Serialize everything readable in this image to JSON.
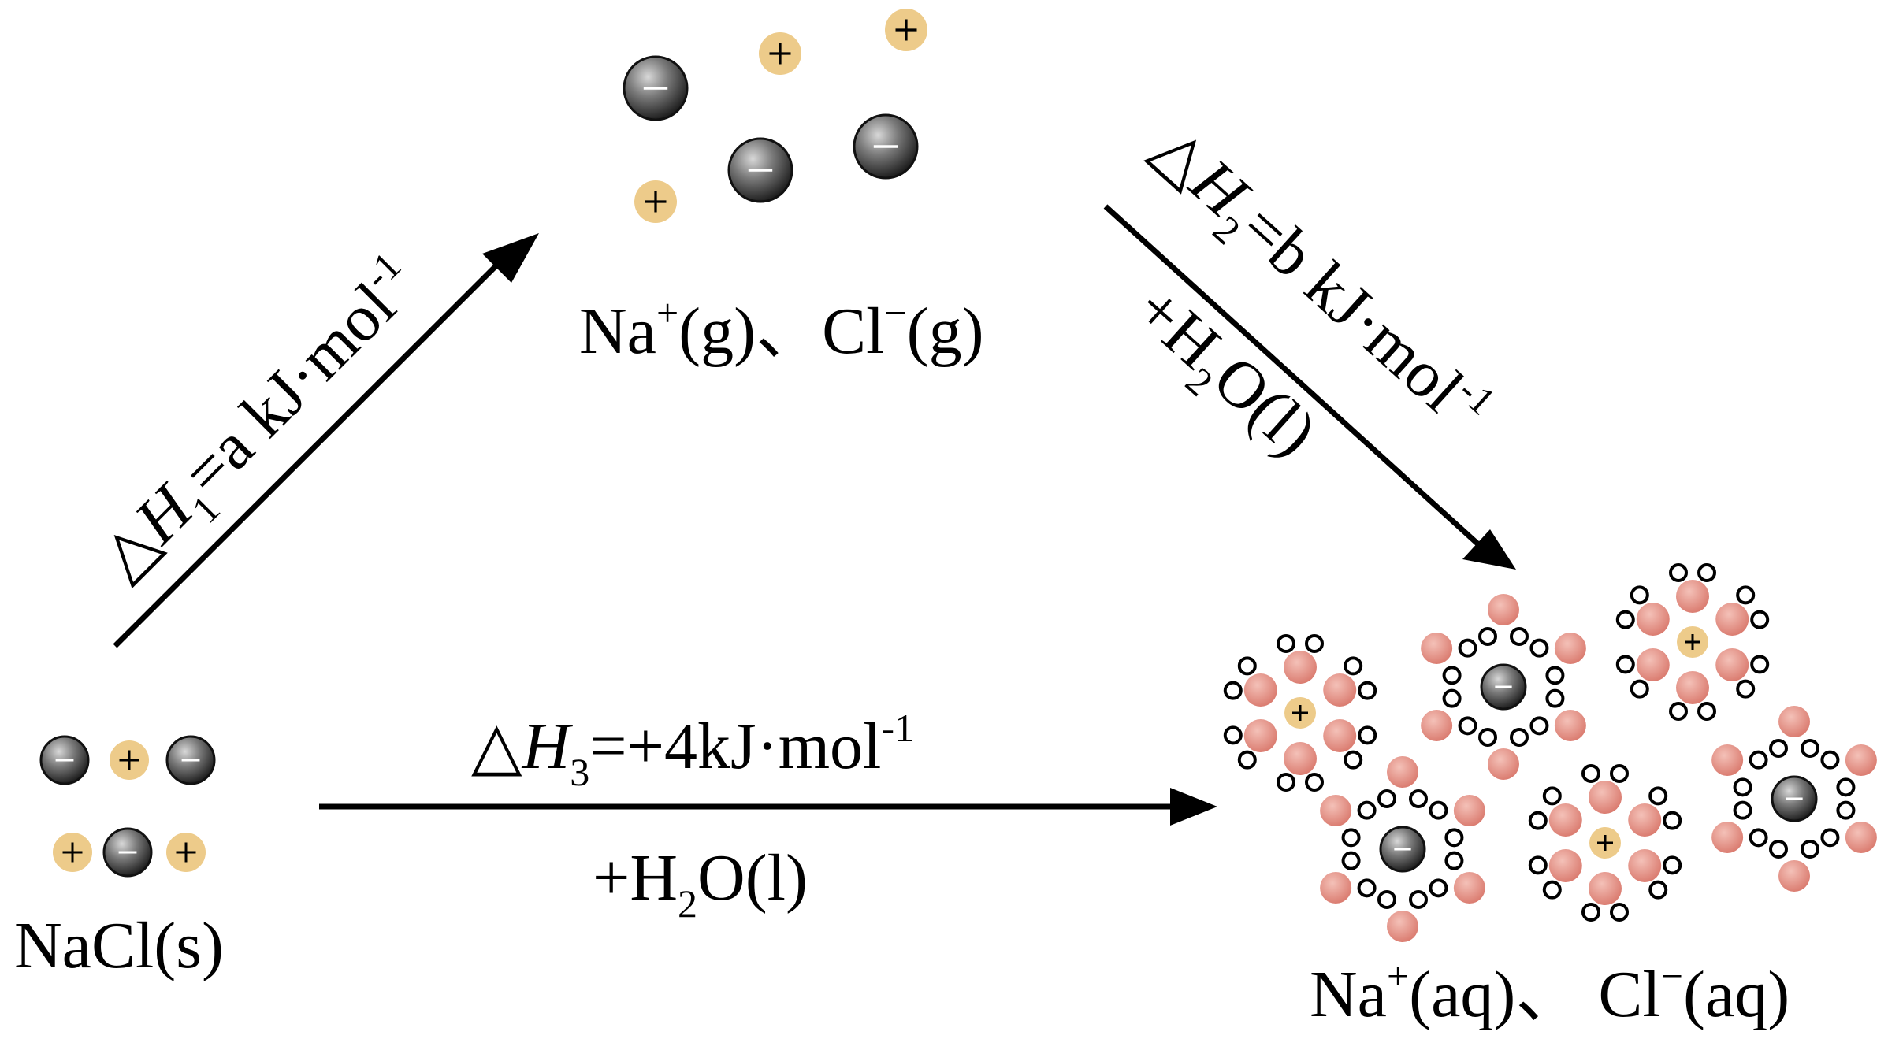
{
  "colors": {
    "cation": "#EDCB8A",
    "anion_dark": "#262626",
    "anion_light": "#CFCFCF",
    "water_h": "#DE8E82",
    "water_o_stroke": "#000000",
    "arrow": "#000000"
  },
  "states": {
    "solid": {
      "label": "NaCl(s)"
    },
    "gas": {
      "label_na": "Na",
      "label_na_sup": "+",
      "label_na_state": "(g)、Cl",
      "label_cl_sup": "−",
      "label_cl_state": "(g)"
    },
    "aqueous": {
      "label_na": "Na",
      "label_na_sup": "+",
      "label_na_state": "(aq)、 Cl",
      "label_cl_sup": "−",
      "label_cl_state": "(aq)"
    }
  },
  "symbols": {
    "plus": "+",
    "minus": "−"
  },
  "steps": {
    "h1": {
      "delta": "△",
      "h": "H",
      "sub": "1",
      "value": "=a kJ·mol",
      "exp": "-1"
    },
    "h2": {
      "delta": "△",
      "h": "H",
      "sub": "2",
      "value": "=b kJ·mol",
      "exp": "-1",
      "reagent_pre": "+H",
      "reagent_sub": "2",
      "reagent_post": "O(l)"
    },
    "h3": {
      "delta": "△",
      "h": "H",
      "sub": "3",
      "value": "=+4kJ·mol",
      "exp": "-1",
      "reagent_pre": "+H",
      "reagent_sub": "2",
      "reagent_post": "O(l)"
    }
  }
}
